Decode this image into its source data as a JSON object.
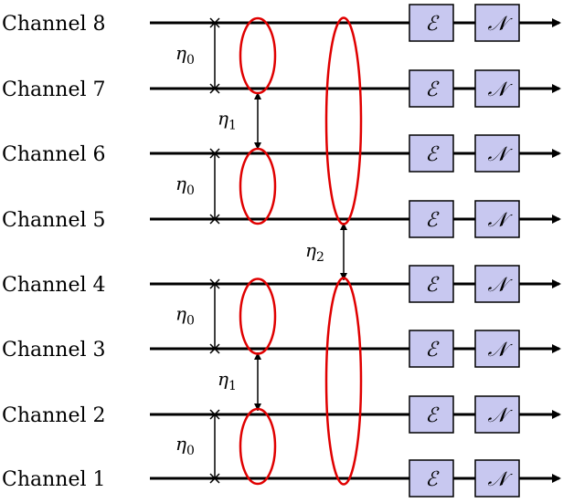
{
  "channels": [
    {
      "label": "Channel 8"
    },
    {
      "label": "Channel 7"
    },
    {
      "label": "Channel 6"
    },
    {
      "label": "Channel 5"
    },
    {
      "label": "Channel 4"
    },
    {
      "label": "Channel 3"
    },
    {
      "label": "Channel 2"
    },
    {
      "label": "Channel 1"
    }
  ],
  "couplings": {
    "eta0": {
      "symbol": "η",
      "sub": "0"
    },
    "eta1": {
      "symbol": "η",
      "sub": "1"
    },
    "eta2": {
      "symbol": "η",
      "sub": "2"
    }
  },
  "blocks": {
    "encoder": "ℰ",
    "noise": "𝒩"
  },
  "colors": {
    "line": "#000000",
    "ellipse": "#e00000",
    "block_fill": "#c8c8f0"
  }
}
